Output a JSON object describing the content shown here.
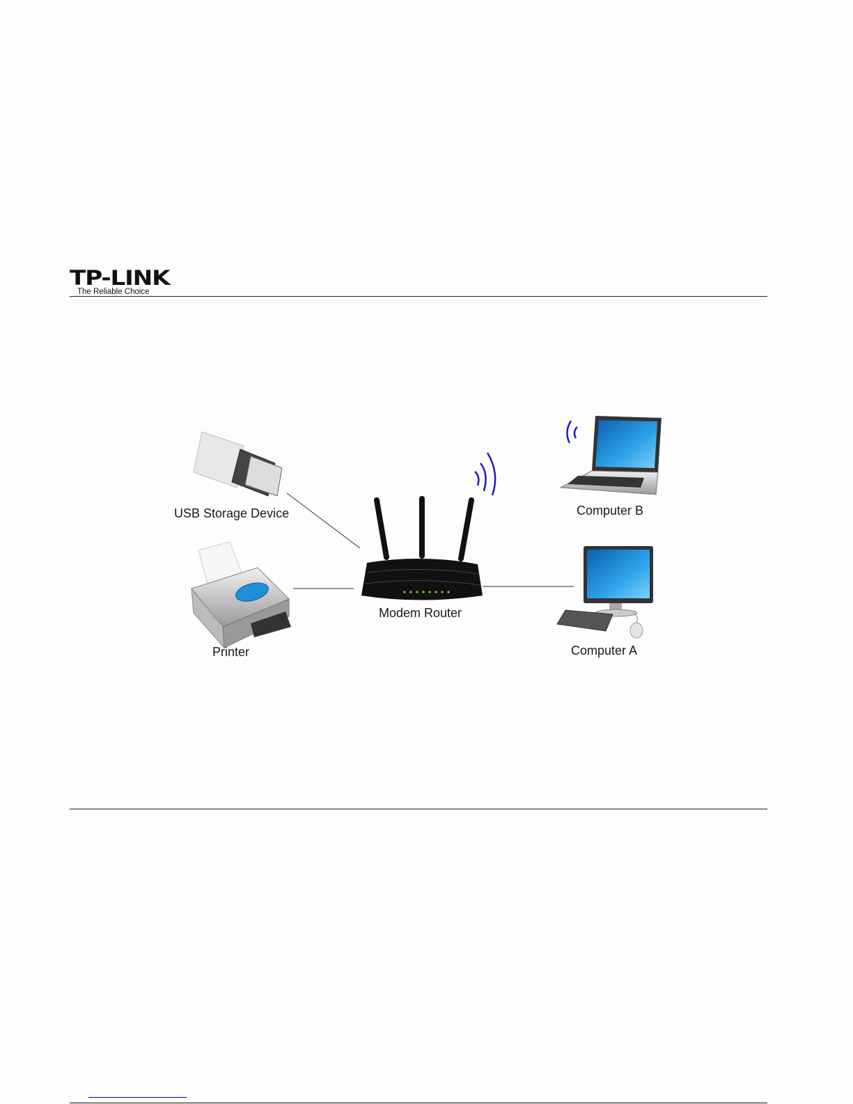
{
  "header": {
    "logo_text": "TP-LINK",
    "logo_tagline": "The Reliable Choice"
  },
  "diagram": {
    "labels": {
      "usb": "USB Storage Device",
      "printer": "Printer",
      "router": "Modem Router",
      "computer_b": "Computer B",
      "computer_a": "Computer A"
    },
    "colors": {
      "wifi": "#1c1cc8",
      "screen": "#1e8fd8",
      "router": "#111111",
      "led": "#6fd23a"
    }
  }
}
